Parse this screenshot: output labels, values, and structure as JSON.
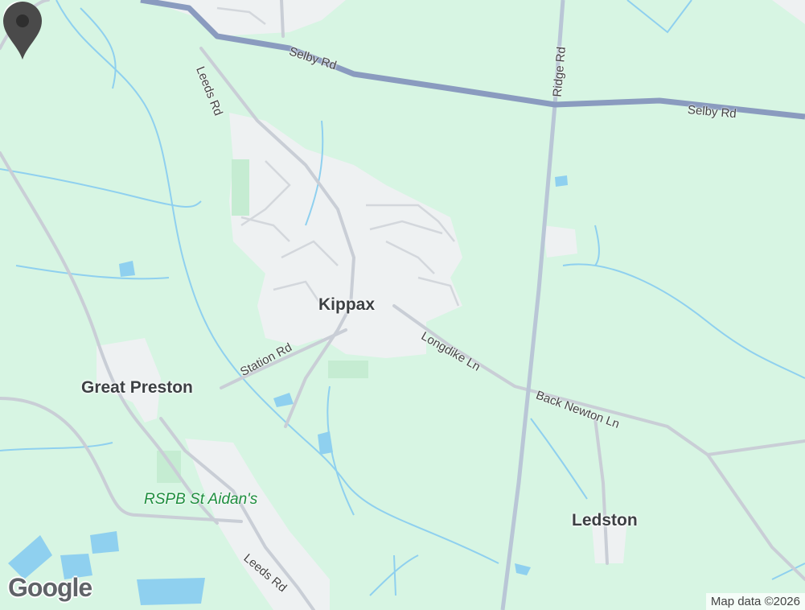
{
  "map": {
    "places": {
      "kippax": "Kippax",
      "great_preston": "Great Preston",
      "ledston": "Ledston"
    },
    "roads": {
      "selby_rd_1": "Selby Rd",
      "selby_rd_2": "Selby Rd",
      "ridge_rd": "Ridge Rd",
      "leeds_rd_1": "Leeds Rd",
      "leeds_rd_2": "Leeds Rd",
      "station_rd": "Station Rd",
      "longdike_ln": "Longdike Ln",
      "back_newton_ln": "Back Newton Ln"
    },
    "poi": {
      "rspb": "RSPB St Aidan's",
      "rspb_icon": "tree-icon"
    },
    "marker_icon": "location-pin-icon",
    "attribution": "Map data ©2026",
    "logo_text": "Google",
    "colors": {
      "land": "#d7f5e3",
      "built_up": "#f1f3f4",
      "water": "#8fd0ef",
      "major_road": "#8a9bbf",
      "pin": "#4a4a4a",
      "poi": "#1e8e3e"
    }
  }
}
